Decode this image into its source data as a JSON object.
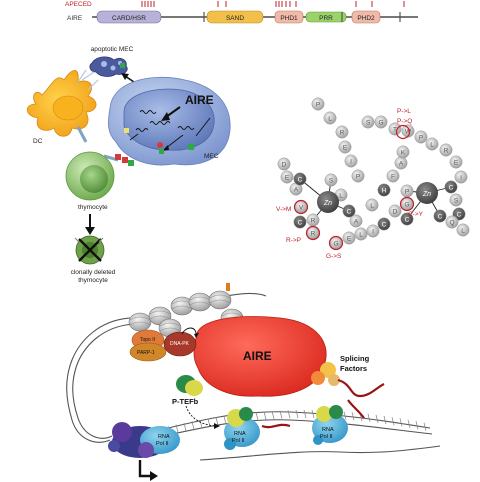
{
  "domain_bar": {
    "apeced_label": "APECED",
    "aire_label": "AIRE",
    "domains": [
      {
        "label": "CARD/HSR",
        "color": "#b9b2d8"
      },
      {
        "label": "SAND",
        "color": "#f2c04a"
      },
      {
        "label": "PHD1",
        "color": "#f0b9a8"
      },
      {
        "label": "PRR",
        "color": "#9bd36a"
      },
      {
        "label": "PHD2",
        "color": "#f0b9a8"
      }
    ],
    "mutation_color": "#c0202a"
  },
  "cell_diagram": {
    "apoptotic_label": "apoptotic MEC",
    "aire_label": "AIRE",
    "dc_label": "DC",
    "mec_label": "MEC",
    "thymocyte_label": "thymocyte",
    "deleted_label_line1": "clonally deleted",
    "deleted_label_line2": "thymocyte"
  },
  "phd_finger": {
    "zn_label": "Zn",
    "residues_left": [
      "D",
      "E",
      "A",
      "C",
      "V",
      "R",
      "C",
      "R",
      "G",
      "E",
      "L",
      "I",
      "C",
      "G",
      "E"
    ],
    "residues_top": [
      "P",
      "L",
      "R",
      "E",
      "I",
      "P",
      "S",
      "G",
      "T",
      "W"
    ],
    "residues_mid": [
      "S",
      "L",
      "C",
      "A",
      "L",
      "H",
      "F",
      "A",
      "K",
      "P",
      "G",
      "D",
      "C"
    ],
    "residues_right": [
      "C",
      "S",
      "C",
      "L",
      "Q"
    ],
    "mutations": [
      "P->L",
      "P->Q",
      "V->M",
      "R->P",
      "G->S",
      "C->Y"
    ]
  },
  "transcription": {
    "aire_label": "AIRE",
    "topo_label": "Topo II",
    "parp_label": "PARP-1",
    "dnapk_label": "DNA-PK",
    "splicing_line1": "Splicing",
    "splicing_line2": "Factors",
    "ptefb_label": "P-TEFb",
    "rnapol_line1": "RNA",
    "rnapol_line2": "Pol II"
  }
}
